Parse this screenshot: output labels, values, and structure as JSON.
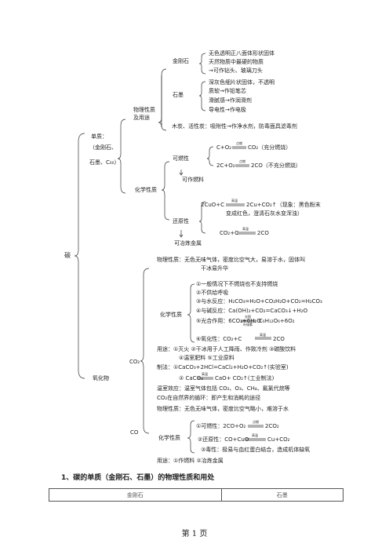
{
  "root": "碳",
  "simple": {
    "label1": "单质：",
    "label2": "（金刚石、",
    "label3": "石墨、C₆₀）",
    "phys_label1": "物理性质",
    "phys_label2": "及用途",
    "diamond": {
      "name": "金刚石",
      "lines": [
        "无色透明正八面体形状固体",
        "天然物质中最硬的物质",
        "→可作钻头、玻璃刀头"
      ]
    },
    "graphite": {
      "name": "石墨",
      "lines": [
        "深灰色细片状固体，不透明",
        "质软→作铅笔芯",
        "滑腻感→作润滑剂",
        "导电性→作电极"
      ]
    },
    "carbon_line": "木炭、活性炭：吸附性→作净水剂，防毒面具滤毒剂",
    "chem_label": "化学性质",
    "combust": {
      "name": "可燃性",
      "eq1": "C+O₂",
      "eq1_cond": "点燃",
      "eq1_prod": "CO₂（充分燃烧）",
      "eq2": "2C+O₂",
      "eq2_cond": "点燃",
      "eq2_prod": "2CO（不充分燃烧）",
      "use": "可作燃料"
    },
    "reduce": {
      "name": "还原性",
      "eq1": "2CuO+C",
      "eq1_cond": "高温",
      "eq1_prod": "2Cu+CO₂↑（现象：黑色粉末",
      "eq1_cont": "变成红色，澄清石灰水变浑浊）",
      "eq2": "CO₂+C",
      "eq2_cond": "高温",
      "eq2_prod": "2CO",
      "use": "可冶炼金属"
    }
  },
  "oxide": {
    "label": "氧化物",
    "co2": {
      "name": "CO₂",
      "phys1": "物理性质：无色无味气体，密度比空气大，易溶于水，固体叫",
      "phys2": "干冰易升华",
      "chem_label": "化学性质",
      "chem": [
        "①一般情况下不燃烧也不支持燃烧",
        "②不供给呼吸",
        "③与水反应：H₂CO₃=H₂O+CO₂H₂O+CO₂=H₂CO₃",
        "④与碱反应：Ca(OH)₂+CO₂=CaCO₃↓+H₂O",
        "⑤光合作用：6CO₂+6H₂O",
        "⑥氧化性：CO₂+C"
      ],
      "photo_cond_top": "光照",
      "photo_cond_bottom": "叶绿素",
      "photo_prod": "C₆H₁₂O₆+6O₂",
      "ox_cond": "高温",
      "ox_prod": "2CO",
      "use1": "用途：①灭火   ②干冰用于人工降雨、作致冷剂   ③碳酸饮料",
      "use2": "④温室肥料   ⑤工业原料",
      "prep1": "制法：①CaCO₃+2HCl=CaCl₂+H₂O+CO₂↑(实验室)",
      "prep2a": "②  CaCO₃",
      "prep2_cond": "高温",
      "prep2b": "CaO+ CO₂↑(工业制法)",
      "green": "温室效应：温室气体包括 CO₂、O₃、CH₄、氟氯代烷等",
      "cycle": "CO₂在自然界的循环：即产生和消耗的途径"
    },
    "co": {
      "name": "CO",
      "phys": "物理性质：无色无味气体，密度比空气略小，难溶于水",
      "chem_label": "化学性质",
      "eq1": "①可燃性：2CO+O₂",
      "eq1_cond": "点燃",
      "eq1_prod": "2CO₂",
      "eq2": "②还原性：CO+CuO",
      "eq2_cond": "高温",
      "eq2_prod": "Cu+CO₂",
      "toxic": "③毒性：极易与血红蛋白结合，造成机体缺氧",
      "use": "用途：①作燃料   ②冶炼金属"
    }
  },
  "section_title": "1、碳的单质（金刚石、石墨）的物理性质和用处",
  "table_headers": [
    "金刚石",
    "石墨"
  ],
  "footer": "第  1  页"
}
